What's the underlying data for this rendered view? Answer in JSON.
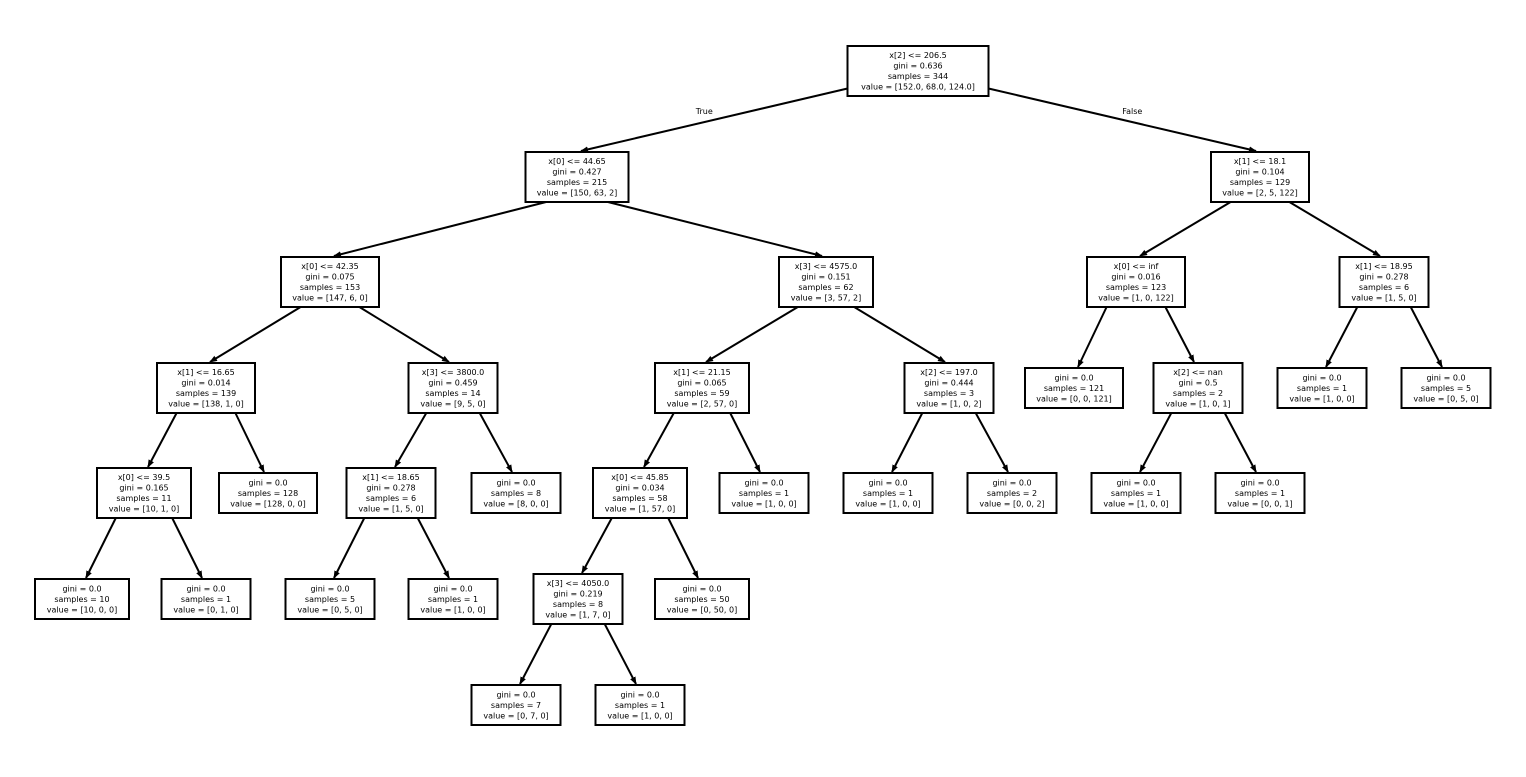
{
  "tree": {
    "root_labels": {
      "true": "True",
      "false": "False"
    },
    "nodes": [
      {
        "id": "n0",
        "lines": [
          "x[2] <= 206.5",
          "gini = 0.636",
          "samples = 344",
          "value = [152.0, 68.0, 124.0]"
        ]
      },
      {
        "id": "n1",
        "lines": [
          "x[0] <= 44.65",
          "gini = 0.427",
          "samples = 215",
          "value = [150, 63, 2]"
        ]
      },
      {
        "id": "n2",
        "lines": [
          "x[1] <= 18.1",
          "gini = 0.104",
          "samples = 129",
          "value = [2, 5, 122]"
        ]
      },
      {
        "id": "n3",
        "lines": [
          "x[0] <= 42.35",
          "gini = 0.075",
          "samples = 153",
          "value = [147, 6, 0]"
        ]
      },
      {
        "id": "n4",
        "lines": [
          "x[3] <= 4575.0",
          "gini = 0.151",
          "samples = 62",
          "value = [3, 57, 2]"
        ]
      },
      {
        "id": "n5",
        "lines": [
          "x[0] <= inf",
          "gini = 0.016",
          "samples = 123",
          "value = [1, 0, 122]"
        ]
      },
      {
        "id": "n6",
        "lines": [
          "x[1] <= 18.95",
          "gini = 0.278",
          "samples = 6",
          "value = [1, 5, 0]"
        ]
      },
      {
        "id": "n7",
        "lines": [
          "x[1] <= 16.65",
          "gini = 0.014",
          "samples = 139",
          "value = [138, 1, 0]"
        ]
      },
      {
        "id": "n8",
        "lines": [
          "x[3] <= 3800.0",
          "gini = 0.459",
          "samples = 14",
          "value = [9, 5, 0]"
        ]
      },
      {
        "id": "n9",
        "lines": [
          "x[1] <= 21.15",
          "gini = 0.065",
          "samples = 59",
          "value = [2, 57, 0]"
        ]
      },
      {
        "id": "n10",
        "lines": [
          "x[2] <= 197.0",
          "gini = 0.444",
          "samples = 3",
          "value = [1, 0, 2]"
        ]
      },
      {
        "id": "n11",
        "lines": [
          "gini = 0.0",
          "samples = 121",
          "value = [0, 0, 121]"
        ]
      },
      {
        "id": "n12",
        "lines": [
          "x[2] <= nan",
          "gini = 0.5",
          "samples = 2",
          "value = [1, 0, 1]"
        ]
      },
      {
        "id": "n13",
        "lines": [
          "gini = 0.0",
          "samples = 1",
          "value = [1, 0, 0]"
        ]
      },
      {
        "id": "n14",
        "lines": [
          "gini = 0.0",
          "samples = 5",
          "value = [0, 5, 0]"
        ]
      },
      {
        "id": "n15",
        "lines": [
          "x[0] <= 39.5",
          "gini = 0.165",
          "samples = 11",
          "value = [10, 1, 0]"
        ]
      },
      {
        "id": "n16",
        "lines": [
          "gini = 0.0",
          "samples = 128",
          "value = [128, 0, 0]"
        ]
      },
      {
        "id": "n17",
        "lines": [
          "x[1] <= 18.65",
          "gini = 0.278",
          "samples = 6",
          "value = [1, 5, 0]"
        ]
      },
      {
        "id": "n18",
        "lines": [
          "gini = 0.0",
          "samples = 8",
          "value = [8, 0, 0]"
        ]
      },
      {
        "id": "n19",
        "lines": [
          "x[0] <= 45.85",
          "gini = 0.034",
          "samples = 58",
          "value = [1, 57, 0]"
        ]
      },
      {
        "id": "n20",
        "lines": [
          "gini = 0.0",
          "samples = 1",
          "value = [1, 0, 0]"
        ]
      },
      {
        "id": "n21",
        "lines": [
          "gini = 0.0",
          "samples = 1",
          "value = [1, 0, 0]"
        ]
      },
      {
        "id": "n22",
        "lines": [
          "gini = 0.0",
          "samples = 2",
          "value = [0, 0, 2]"
        ]
      },
      {
        "id": "n23",
        "lines": [
          "gini = 0.0",
          "samples = 1",
          "value = [1, 0, 0]"
        ]
      },
      {
        "id": "n24",
        "lines": [
          "gini = 0.0",
          "samples = 1",
          "value = [0, 0, 1]"
        ]
      },
      {
        "id": "n25",
        "lines": [
          "gini = 0.0",
          "samples = 10",
          "value = [10, 0, 0]"
        ]
      },
      {
        "id": "n26",
        "lines": [
          "gini = 0.0",
          "samples = 1",
          "value = [0, 1, 0]"
        ]
      },
      {
        "id": "n27",
        "lines": [
          "gini = 0.0",
          "samples = 5",
          "value = [0, 5, 0]"
        ]
      },
      {
        "id": "n28",
        "lines": [
          "gini = 0.0",
          "samples = 1",
          "value = [1, 0, 0]"
        ]
      },
      {
        "id": "n29",
        "lines": [
          "x[3] <= 4050.0",
          "gini = 0.219",
          "samples = 8",
          "value = [1, 7, 0]"
        ]
      },
      {
        "id": "n30",
        "lines": [
          "gini = 0.0",
          "samples = 50",
          "value = [0, 50, 0]"
        ]
      },
      {
        "id": "n31",
        "lines": [
          "gini = 0.0",
          "samples = 7",
          "value = [0, 7, 0]"
        ]
      },
      {
        "id": "n32",
        "lines": [
          "gini = 0.0",
          "samples = 1",
          "value = [1, 0, 0]"
        ]
      }
    ],
    "edges": [
      {
        "from": "n0",
        "to": "n1",
        "label": "true"
      },
      {
        "from": "n0",
        "to": "n2",
        "label": "false"
      },
      {
        "from": "n1",
        "to": "n3"
      },
      {
        "from": "n1",
        "to": "n4"
      },
      {
        "from": "n2",
        "to": "n5"
      },
      {
        "from": "n2",
        "to": "n6"
      },
      {
        "from": "n3",
        "to": "n7"
      },
      {
        "from": "n3",
        "to": "n8"
      },
      {
        "from": "n4",
        "to": "n9"
      },
      {
        "from": "n4",
        "to": "n10"
      },
      {
        "from": "n5",
        "to": "n11"
      },
      {
        "from": "n5",
        "to": "n12"
      },
      {
        "from": "n6",
        "to": "n13"
      },
      {
        "from": "n6",
        "to": "n14"
      },
      {
        "from": "n7",
        "to": "n15"
      },
      {
        "from": "n7",
        "to": "n16"
      },
      {
        "from": "n8",
        "to": "n17"
      },
      {
        "from": "n8",
        "to": "n18"
      },
      {
        "from": "n9",
        "to": "n19"
      },
      {
        "from": "n9",
        "to": "n20"
      },
      {
        "from": "n10",
        "to": "n21"
      },
      {
        "from": "n10",
        "to": "n22"
      },
      {
        "from": "n12",
        "to": "n23"
      },
      {
        "from": "n12",
        "to": "n24"
      },
      {
        "from": "n15",
        "to": "n25"
      },
      {
        "from": "n15",
        "to": "n26"
      },
      {
        "from": "n17",
        "to": "n27"
      },
      {
        "from": "n17",
        "to": "n28"
      },
      {
        "from": "n19",
        "to": "n29"
      },
      {
        "from": "n19",
        "to": "n30"
      },
      {
        "from": "n29",
        "to": "n31"
      },
      {
        "from": "n29",
        "to": "n32"
      }
    ]
  }
}
